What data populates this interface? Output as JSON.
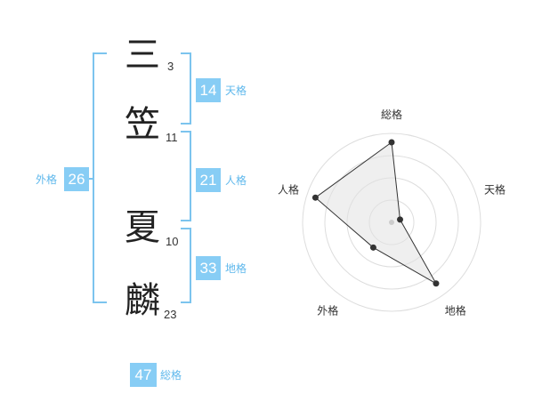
{
  "name": {
    "chars": [
      {
        "char": "三",
        "strokes": "3"
      },
      {
        "char": "笠",
        "strokes": "11"
      },
      {
        "char": "夏",
        "strokes": "10"
      },
      {
        "char": "麟",
        "strokes": "23"
      }
    ]
  },
  "kaku": {
    "tenkaku": {
      "label": "天格",
      "value": "14"
    },
    "jinkaku": {
      "label": "人格",
      "value": "21"
    },
    "chikaku": {
      "label": "地格",
      "value": "33"
    },
    "gaikaku": {
      "label": "外格",
      "value": "26"
    },
    "soukaku": {
      "label": "総格",
      "value": "47"
    }
  },
  "colors": {
    "accent": "#87cdf5",
    "bracket": "#7cc4ee",
    "label": "#5fb8ec"
  },
  "chart_data": {
    "type": "radar",
    "axes": [
      "総格",
      "天格",
      "地格",
      "外格",
      "人格"
    ],
    "values": [
      0.9,
      0.1,
      0.85,
      0.35,
      0.9
    ],
    "max": 1,
    "rings": 4
  }
}
